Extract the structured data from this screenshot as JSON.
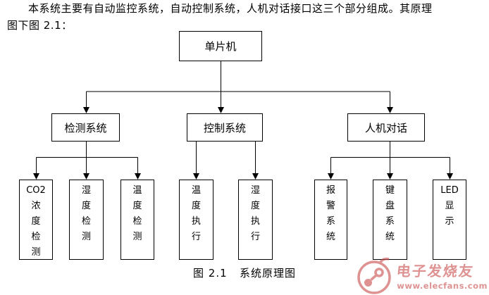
{
  "paragraph": {
    "line1": "本系统主要有自动监控系统，自动控制系统，人机对话接口这三个部分组成。其原理",
    "line2": "图下图 2.1："
  },
  "diagram": {
    "root": {
      "label": "单片机"
    },
    "level2": [
      {
        "label": "检测系统"
      },
      {
        "label": "控制系统"
      },
      {
        "label": "人机对话"
      }
    ],
    "level3": [
      {
        "label": "CO2\n浓\n度\n检\n测"
      },
      {
        "label": "湿\n度\n检\n测"
      },
      {
        "label": "温\n度\n检\n测"
      },
      {
        "label": "温\n度\n执\n行"
      },
      {
        "label": "湿\n度\n执\n行"
      },
      {
        "label": "报\n警\n系\n统"
      },
      {
        "label": "键\n盘\n系\n统"
      },
      {
        "label": "LED\n显\n示"
      }
    ]
  },
  "caption": "图 2.1   系统原理图",
  "watermark": {
    "brand": "电子发烧友",
    "url": "www.elecfans.com",
    "color": "#c94a4a"
  }
}
